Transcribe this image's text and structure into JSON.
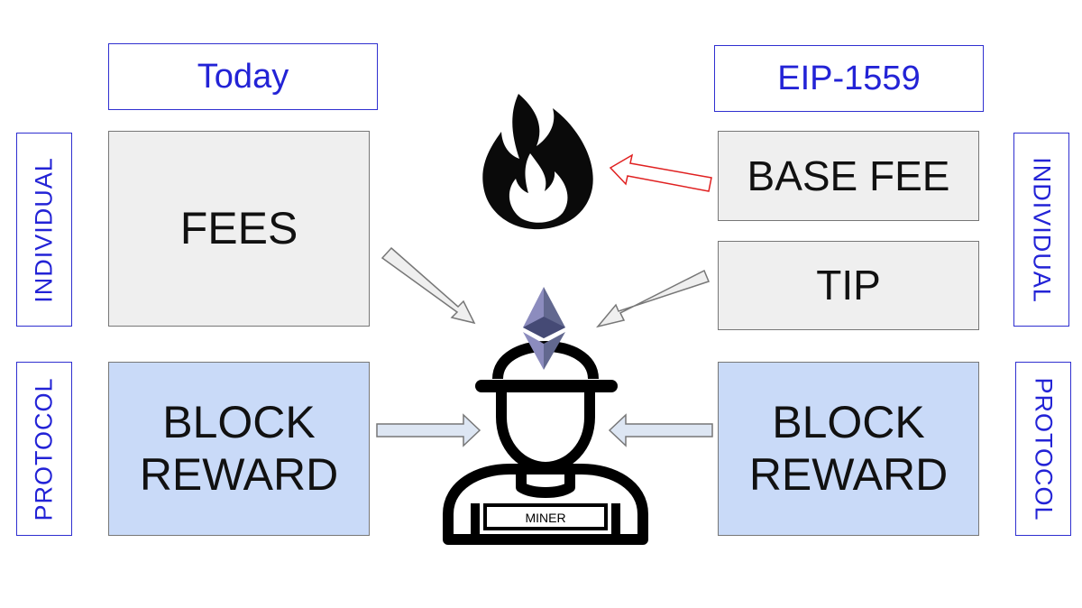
{
  "headers": {
    "today": "Today",
    "eip": "EIP-1559"
  },
  "side_labels": {
    "individual_left": "INDIVIDUAL",
    "protocol_left": "PROTOCOL",
    "individual_right": "INDIVIDUAL",
    "protocol_right": "PROTOCOL"
  },
  "boxes": {
    "fees": "FEES",
    "block_reward_left_line1": "BLOCK",
    "block_reward_left_line2": "REWARD",
    "base_fee": "BASE FEE",
    "tip": "TIP",
    "block_reward_right_line1": "BLOCK",
    "block_reward_right_line2": "REWARD"
  },
  "miner": {
    "badge": "MINER"
  },
  "icons": [
    "fire-icon",
    "ethereum-logo-icon",
    "miner-icon"
  ],
  "colors": {
    "accent_blue": "#2323d6",
    "gray_fill": "#efefef",
    "blue_fill": "#c9daf8",
    "burn_arrow": "#e02020"
  }
}
